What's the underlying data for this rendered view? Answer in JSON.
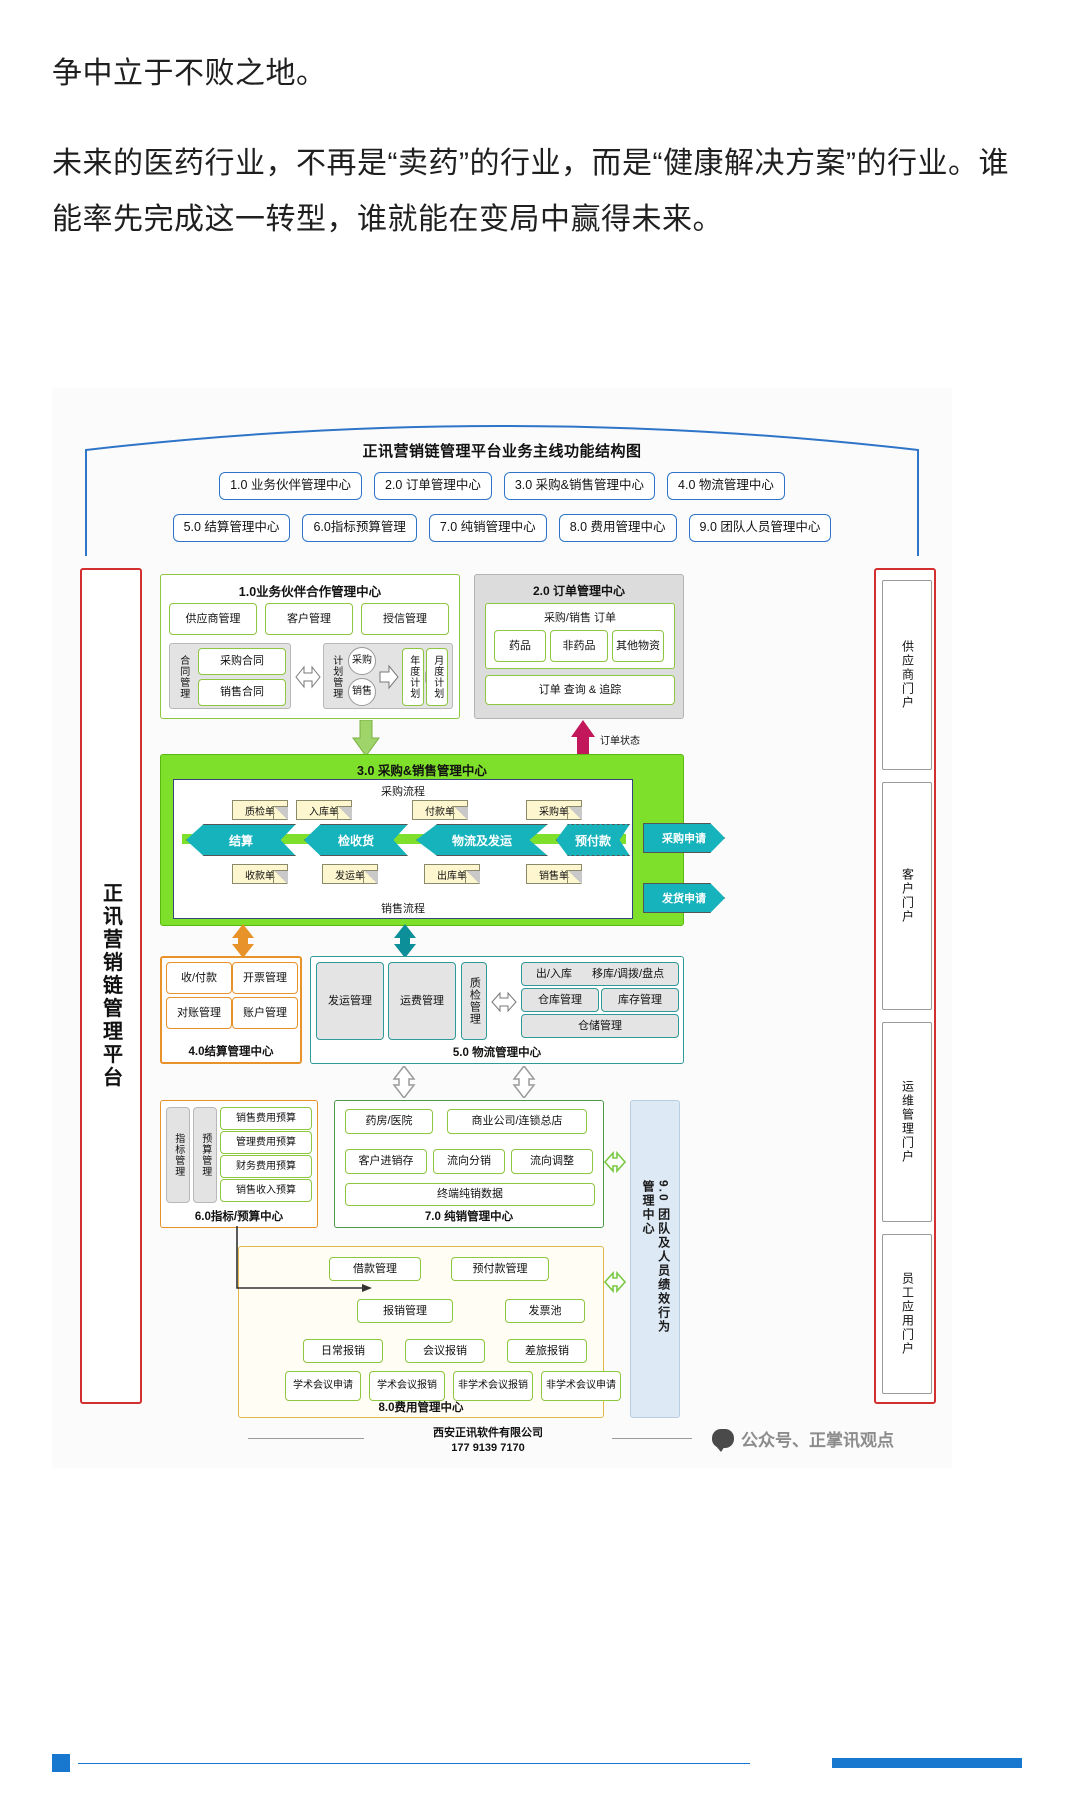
{
  "article": {
    "paragraphs": [
      "争中立于不败之地。",
      "未来的医药行业，不再是“卖药”的行业，而是“健康解决方案”的行业。谁能率先完成这一转型，谁就能在变局中赢得未来。"
    ]
  },
  "diagram": {
    "banner_title": "正讯营销链管理平台业务主线功能结构图",
    "nav_row1": [
      "1.0 业务伙伴管理中心",
      "2.0 订单管理中心",
      "3.0 采购&销售管理中心",
      "4.0 物流管理中心"
    ],
    "nav_row2": [
      "5.0 结算管理中心",
      "6.0指标预算管理",
      "7.0 纯销管理中心",
      "8.0 费用管理中心",
      "9.0 团队人员管理中心"
    ],
    "platform_label": "正讯营销链管理平台",
    "portals": [
      "供应商门户",
      "客户门户",
      "运维管理门户",
      "员工应用门户"
    ],
    "s1": {
      "title": "1.0业务伙伴合作管理中心",
      "top_cells": [
        "供应商管理",
        "客户管理",
        "授信管理"
      ],
      "contract_label": "合同管理",
      "contracts": [
        "采购合同",
        "销售合同"
      ],
      "plan_label": "计划管理",
      "circles": [
        "采购",
        "销售"
      ],
      "plans": [
        "年度计划",
        "月度计划"
      ]
    },
    "s2": {
      "title": "2.0 订单管理中心",
      "sub": "采购/销售 订单",
      "types": [
        "药品",
        "非药品",
        "其他物资"
      ],
      "query": "订单 查询 & 追踪",
      "status_label": "订单状态"
    },
    "s3": {
      "title": "3.0 采购&销售管理中心",
      "purchase_flow_label": "采购流程",
      "sales_flow_label": "销售流程",
      "docs_top": [
        "质检单",
        "入库单",
        "付款单",
        "采购单"
      ],
      "docs_bottom": [
        "收款单",
        "发运单",
        "出库单",
        "销售单"
      ],
      "chevrons": [
        "结算",
        "检收货",
        "物流及发运",
        "预付款"
      ],
      "apply_purchase": "采购申请",
      "apply_ship": "发货申请"
    },
    "s4": {
      "title": "4.0结算管理中心",
      "cells": [
        "收/付款",
        "开票管理",
        "对账管理",
        "账户管理"
      ]
    },
    "s5": {
      "title": "5.0 物流管理中心",
      "cells": [
        "发运管理",
        "运费管理"
      ],
      "qc_label": "质检管理",
      "right_top": [
        "出/入库",
        "移库/调拨/盘点"
      ],
      "right_mid": [
        "仓库管理",
        "库存管理"
      ],
      "right_bottom": "仓储管理"
    },
    "s6": {
      "title": "6.0指标/预算中心",
      "index_label": "指标管理",
      "budget_label": "预算管理",
      "items": [
        "销售费用预算",
        "管理费用预算",
        "财务费用预算",
        "销售收入预算"
      ]
    },
    "s7": {
      "title": "7.0 纯销管理中心",
      "row1": [
        "药房/医院",
        "商业公司/连锁总店"
      ],
      "row2": [
        "客户进销存",
        "流向分销",
        "流向调整"
      ],
      "row3": "终端纯销数据"
    },
    "s8": {
      "title": "8.0费用管理中心",
      "row1": [
        "借款管理",
        "预付款管理"
      ],
      "row2": [
        "报销管理",
        "发票池"
      ],
      "row3": [
        "日常报销",
        "会议报销",
        "差旅报销"
      ],
      "row4": [
        "学术会议申请",
        "学术会议报销",
        "非学术会议报销",
        "非学术会议申请"
      ]
    },
    "s9": {
      "title": "9.0 团队及人员绩效行为管理中心"
    },
    "footer": {
      "company": "西安正讯软件有限公司",
      "phone": "177 9139 7170",
      "wechat": "公众号、正掌讯观点"
    }
  },
  "colors": {
    "blue": "#2e75c9",
    "green": "#7ee02a",
    "teal": "#17b3bd",
    "orange": "#e8922a",
    "red": "#d32f2f",
    "magenta": "#c2185b",
    "doc_yellow": "#fdf6cf"
  }
}
